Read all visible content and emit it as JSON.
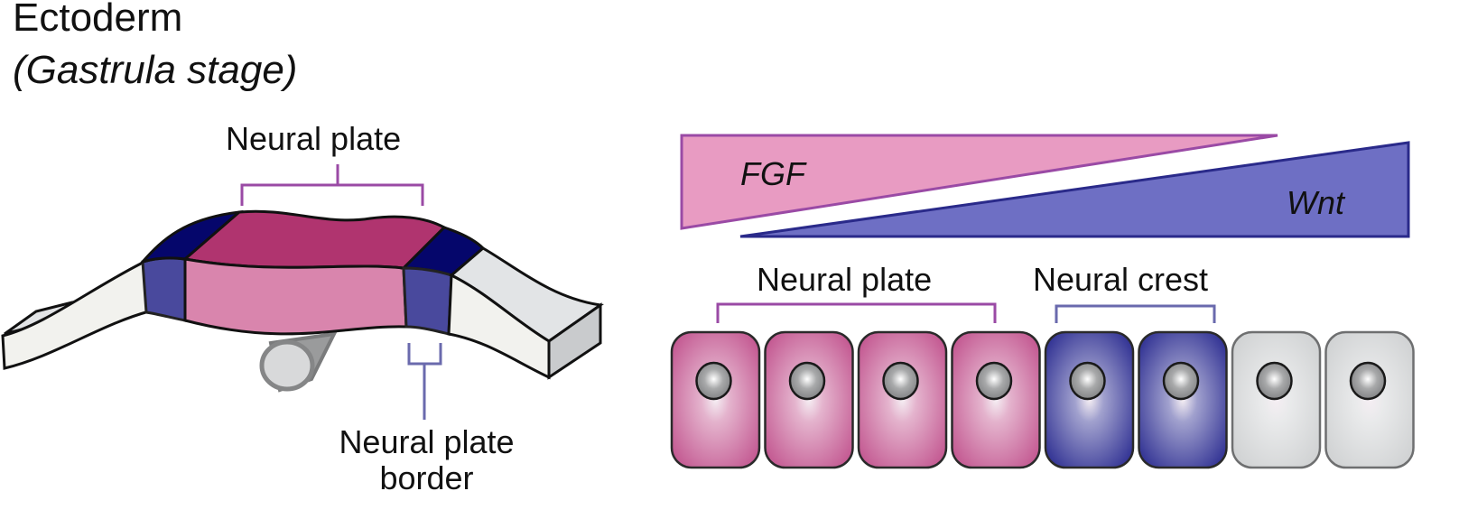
{
  "title": "Ectoderm",
  "subtitle": "(Gastrula stage)",
  "left_panel": {
    "neural_plate_label": "Neural plate",
    "neural_plate_border_label_line1": "Neural plate",
    "neural_plate_border_label_line2": "border",
    "colors": {
      "neural_plate_top": "#b0346f",
      "neural_plate_front": "#d985ad",
      "border_top": "#05066b",
      "border_front": "#49499d",
      "epidermis_front": "#f2f2ee",
      "epidermis_top": "#e2e4e6",
      "epidermis_side": "#c9cbcd",
      "notochord": "#d8d9da",
      "bracket_plate": "#9a4aa5",
      "bracket_border": "#6a6aad"
    }
  },
  "right_panel": {
    "gradients": [
      {
        "name": "FGF",
        "color": "#e89bc2",
        "stroke": "#9a4aa5",
        "direction": "decreasing"
      },
      {
        "name": "Wnt",
        "color": "#6e6fc4",
        "stroke": "#2a2a8a",
        "direction": "increasing"
      }
    ],
    "neural_plate_label": "Neural plate",
    "neural_crest_label": "Neural crest",
    "cells": [
      {
        "type": "neural-plate",
        "color": "#c2558f"
      },
      {
        "type": "neural-plate",
        "color": "#c2558f"
      },
      {
        "type": "neural-plate",
        "color": "#c2558f"
      },
      {
        "type": "neural-plate",
        "color": "#c2558f"
      },
      {
        "type": "neural-crest",
        "color": "#2e2f92"
      },
      {
        "type": "neural-crest",
        "color": "#2e2f92"
      },
      {
        "type": "epidermis",
        "color": "#cfd1d2"
      },
      {
        "type": "epidermis",
        "color": "#cfd1d2"
      }
    ]
  }
}
